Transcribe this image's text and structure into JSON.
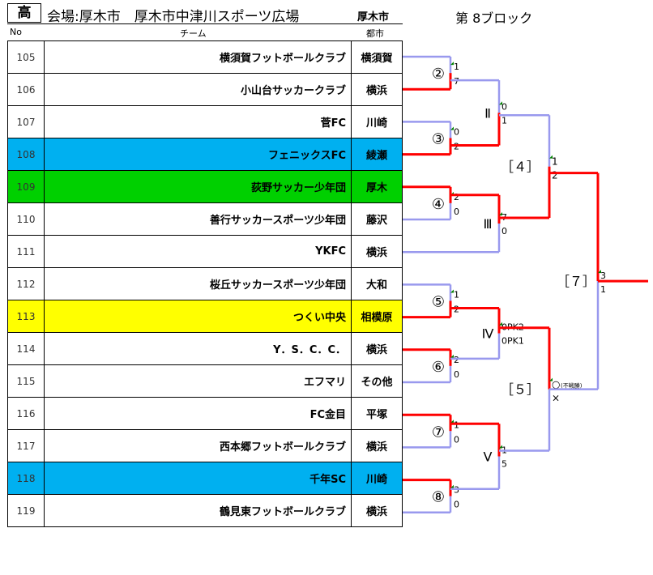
{
  "header": {
    "level": "高",
    "venue": "会場:厚木市　厚木市中津川スポーツ広場",
    "city_label": "厚木市",
    "block": "第 8ブロック"
  },
  "columns": {
    "no": "No",
    "team": "チーム",
    "city": "都市"
  },
  "teams": [
    {
      "no": "105",
      "name": "横須賀フットボールクラブ",
      "city": "横須賀",
      "bg": "#ffffff"
    },
    {
      "no": "106",
      "name": "小山台サッカークラブ",
      "city": "横浜",
      "bg": "#ffffff"
    },
    {
      "no": "107",
      "name": "菅FC",
      "city": "川崎",
      "bg": "#ffffff"
    },
    {
      "no": "108",
      "name": "フェニックスFC",
      "city": "綾瀬",
      "bg": "#00b0f0"
    },
    {
      "no": "109",
      "name": "荻野サッカー少年団",
      "city": "厚木",
      "bg": "#00d000"
    },
    {
      "no": "110",
      "name": "善行サッカースポーツ少年団",
      "city": "藤沢",
      "bg": "#ffffff"
    },
    {
      "no": "111",
      "name": "YKFC",
      "city": "横浜",
      "bg": "#ffffff"
    },
    {
      "no": "112",
      "name": "桜丘サッカースポーツ少年団",
      "city": "大和",
      "bg": "#ffffff"
    },
    {
      "no": "113",
      "name": "つくい中央",
      "city": "相模原",
      "bg": "#ffff00"
    },
    {
      "no": "114",
      "name": "Y．S．C．C．",
      "city": "横浜",
      "bg": "#ffffff"
    },
    {
      "no": "115",
      "name": "エフマリ",
      "city": "その他",
      "bg": "#ffffff"
    },
    {
      "no": "116",
      "name": "FC金目",
      "city": "平塚",
      "bg": "#ffffff"
    },
    {
      "no": "117",
      "name": "西本郷フットボールクラブ",
      "city": "横浜",
      "bg": "#ffffff"
    },
    {
      "no": "118",
      "name": "千年SC",
      "city": "川崎",
      "bg": "#00b0f0"
    },
    {
      "no": "119",
      "name": "鶴見東フットボールクラブ",
      "city": "横浜",
      "bg": "#ffffff"
    }
  ],
  "colors": {
    "winner": "#ff0000",
    "loser": "#9999ee",
    "marker": "#008000"
  },
  "bracket": {
    "round1": [
      {
        "label": "②",
        "top_score": "1",
        "bottom_score": "7",
        "winner": "bottom"
      },
      {
        "label": "③",
        "top_score": "0",
        "bottom_score": "2",
        "winner": "bottom"
      },
      {
        "label": "④",
        "top_score": "2",
        "bottom_score": "0",
        "winner": "top"
      },
      {
        "label": "⑤",
        "top_score": "1",
        "bottom_score": "2",
        "winner": "bottom"
      },
      {
        "label": "⑥",
        "top_score": "2",
        "bottom_score": "0",
        "winner": "top"
      },
      {
        "label": "⑦",
        "top_score": "1",
        "bottom_score": "0",
        "winner": "top"
      },
      {
        "label": "⑧",
        "top_score": "3",
        "bottom_score": "0",
        "winner": "top"
      }
    ],
    "round2": [
      {
        "label": "Ⅱ",
        "top_score": "0",
        "bottom_score": "1"
      },
      {
        "label": "Ⅲ",
        "top_score": "7",
        "bottom_score": "0"
      },
      {
        "label": "Ⅳ",
        "top_score": "0PK2",
        "bottom_score": "0PK1"
      },
      {
        "label": "Ⅴ",
        "top_score": "1",
        "bottom_score": "5"
      }
    ],
    "round3": [
      {
        "label": "［４］",
        "top_score": "1",
        "bottom_score": "2"
      },
      {
        "label": "［５］",
        "top_score": "○",
        "top_note": "(不戦勝)",
        "bottom_score": "×"
      }
    ],
    "final": {
      "label": "［７］",
      "top_score": "3",
      "bottom_score": "1"
    }
  }
}
